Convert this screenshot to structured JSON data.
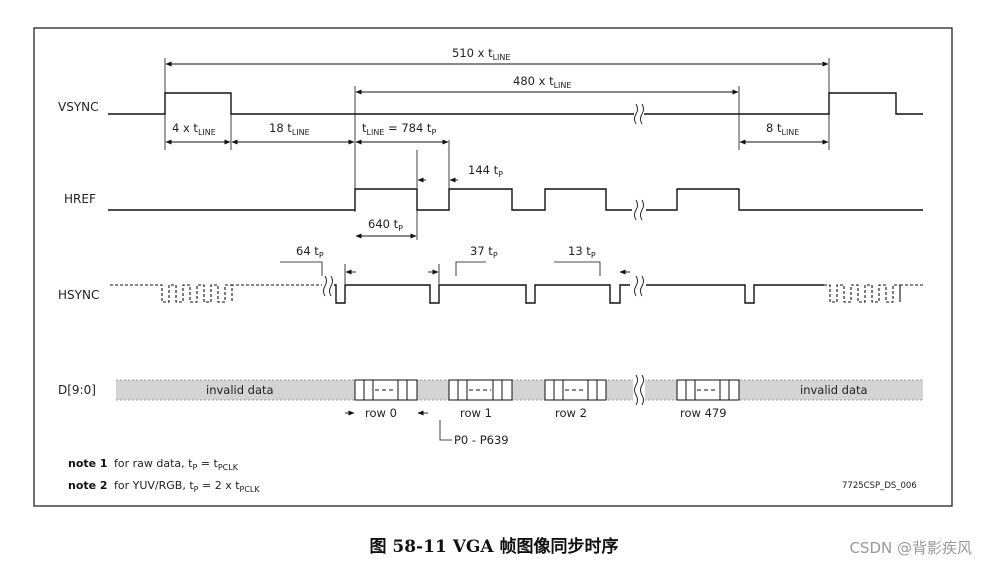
{
  "signals": {
    "vsync": "VSYNC",
    "href": "HREF",
    "hsync": "HSYNC",
    "data": "D[9:0]"
  },
  "dims": {
    "total_frame": {
      "pre": "510 x t",
      "sub": "LINE"
    },
    "active_lines": {
      "pre": "480 x t",
      "sub": "LINE"
    },
    "vsync_pulse": {
      "pre": "4 x t",
      "sub": "LINE"
    },
    "back_porch": {
      "pre": "18 t",
      "sub": "LINE"
    },
    "line_period": {
      "pre": "t",
      "sub": "LINE",
      "post": " = 784 t",
      "sub2": "P"
    },
    "front_porch": {
      "pre": "8 t",
      "sub": "LINE"
    },
    "href_blank": {
      "pre": "144 t",
      "sub": "P"
    },
    "href_active": {
      "pre": "640 t",
      "sub": "P"
    },
    "hsync_a": {
      "pre": "64 t",
      "sub": "P"
    },
    "hsync_b": {
      "pre": "37 t",
      "sub": "P"
    },
    "hsync_c": {
      "pre": "13 t",
      "sub": "P"
    }
  },
  "data_labels": {
    "invalid_left": "invalid data",
    "invalid_right": "invalid data",
    "row0": "row 0",
    "row1": "row 1",
    "row2": "row 2",
    "row479": "row 479",
    "pixels": "P0 - P639"
  },
  "notes": {
    "note1_label": "note 1",
    "note1_text": {
      "pre": "for raw data, t",
      "sub": "P",
      "mid": " = t",
      "sub2": "PCLK"
    },
    "note2_label": "note 2",
    "note2_text": {
      "pre": "for YUV/RGB, t",
      "sub": "P",
      "mid": " = 2 x t",
      "sub2": "PCLK"
    }
  },
  "figure_code": "7725CSP_DS_006",
  "caption": "图 58-11  VGA 帧图像同步时序",
  "watermark": "CSDN @背影疾风"
}
